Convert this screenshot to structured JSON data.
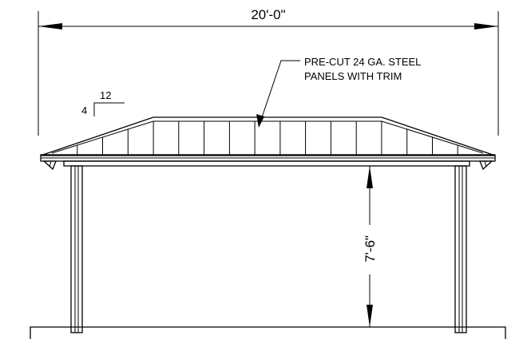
{
  "drawing": {
    "overall_width": "20'-0\"",
    "eave_height": "7'-6\"",
    "roof_note_line1": "PRE-CUT 24 GA. STEEL",
    "roof_note_line2": "PANELS WITH TRIM",
    "slope_rise": "4",
    "slope_run": "12",
    "panel_count": 17
  }
}
